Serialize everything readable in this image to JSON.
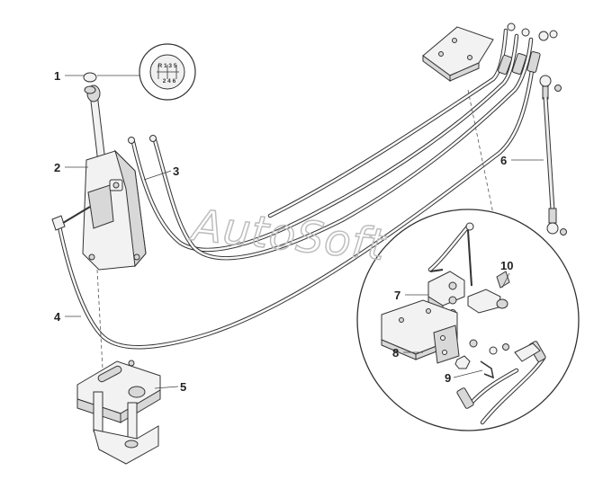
{
  "diagram": {
    "watermark": "AutoSoft",
    "shift_pattern": {
      "row_top": "R 1 3 5",
      "row_bottom": "2 4 6"
    },
    "callouts": [
      {
        "id": "c1",
        "label": "1"
      },
      {
        "id": "c2",
        "label": "2"
      },
      {
        "id": "c3",
        "label": "3"
      },
      {
        "id": "c4",
        "label": "4"
      },
      {
        "id": "c5",
        "label": "5"
      },
      {
        "id": "c6",
        "label": "6"
      },
      {
        "id": "c7",
        "label": "7"
      },
      {
        "id": "c8",
        "label": "8"
      },
      {
        "id": "c9",
        "label": "9"
      },
      {
        "id": "c10",
        "label": "10"
      }
    ]
  }
}
